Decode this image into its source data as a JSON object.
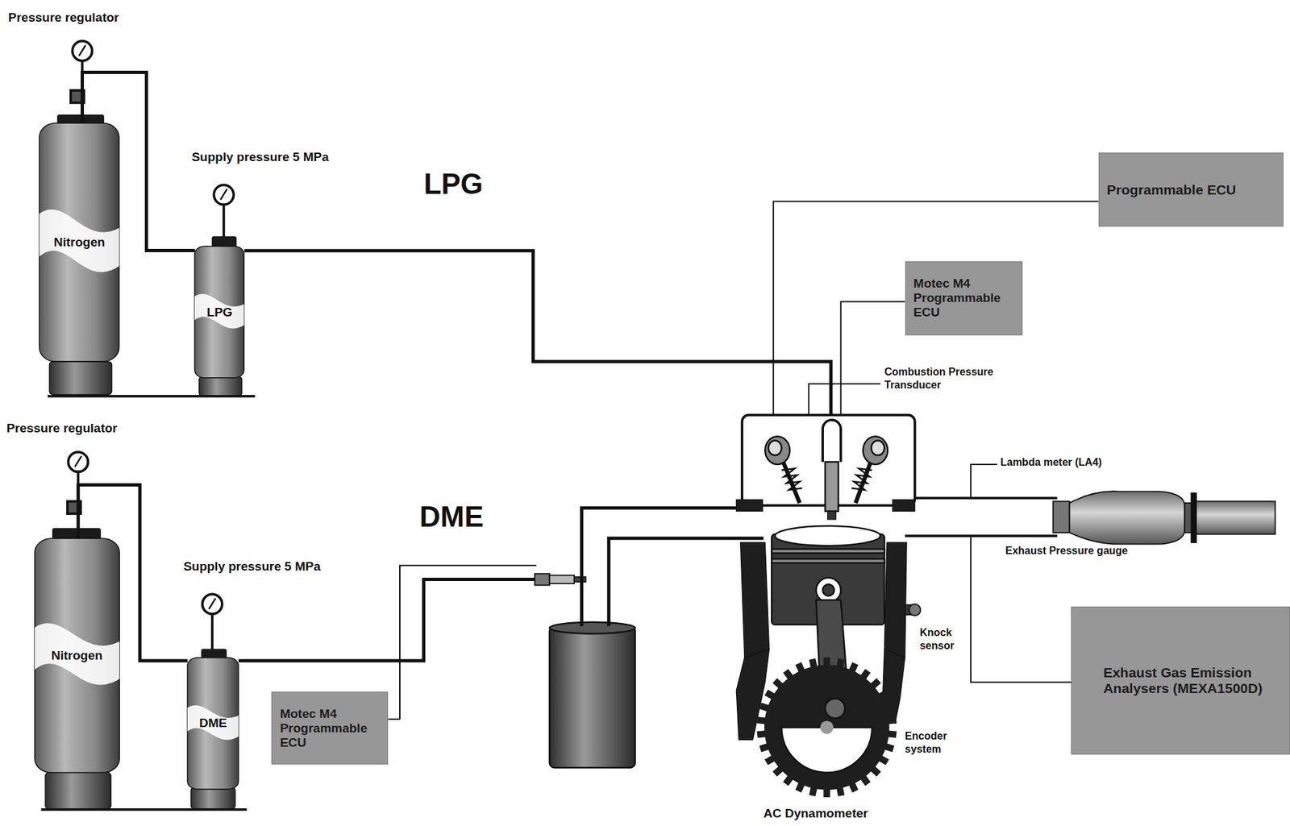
{
  "diagram": {
    "nodes": [
      {
        "text": [
          "Nitrogen"
        ]
      },
      {
        "text": [
          "LPG"
        ]
      },
      {
        "text": [
          "Nitrogen"
        ]
      },
      {
        "text": [
          "DME"
        ]
      },
      {
        "text": [
          "Motec M4 Programmable ECU"
        ]
      },
      {
        "text": [
          "Programmable ECU"
        ]
      },
      {
        "text": [
          "Motec M4 Programmable ECU"
        ]
      },
      {
        "text": [
          "Exhaust Gas Emission Analysers (MEXA1500D)"
        ]
      }
    ],
    "edges": [
      {
        "from": 0,
        "to": 1,
        "arrow": "none"
      },
      {
        "from": 2,
        "to": 3,
        "arrow": "none"
      }
    ],
    "labels": [
      "Pressure regulator",
      "Supply pressure 5 MPa",
      "LPG",
      "Pressure regulator",
      "Supply pressure 5 MPa",
      "DME",
      "Combustion Pressure Transducer",
      "Lambda meter (LA4)",
      "Exhaust Pressure gauge",
      "Knock sensor",
      "Encoder system",
      "AC Dynamometer"
    ]
  }
}
